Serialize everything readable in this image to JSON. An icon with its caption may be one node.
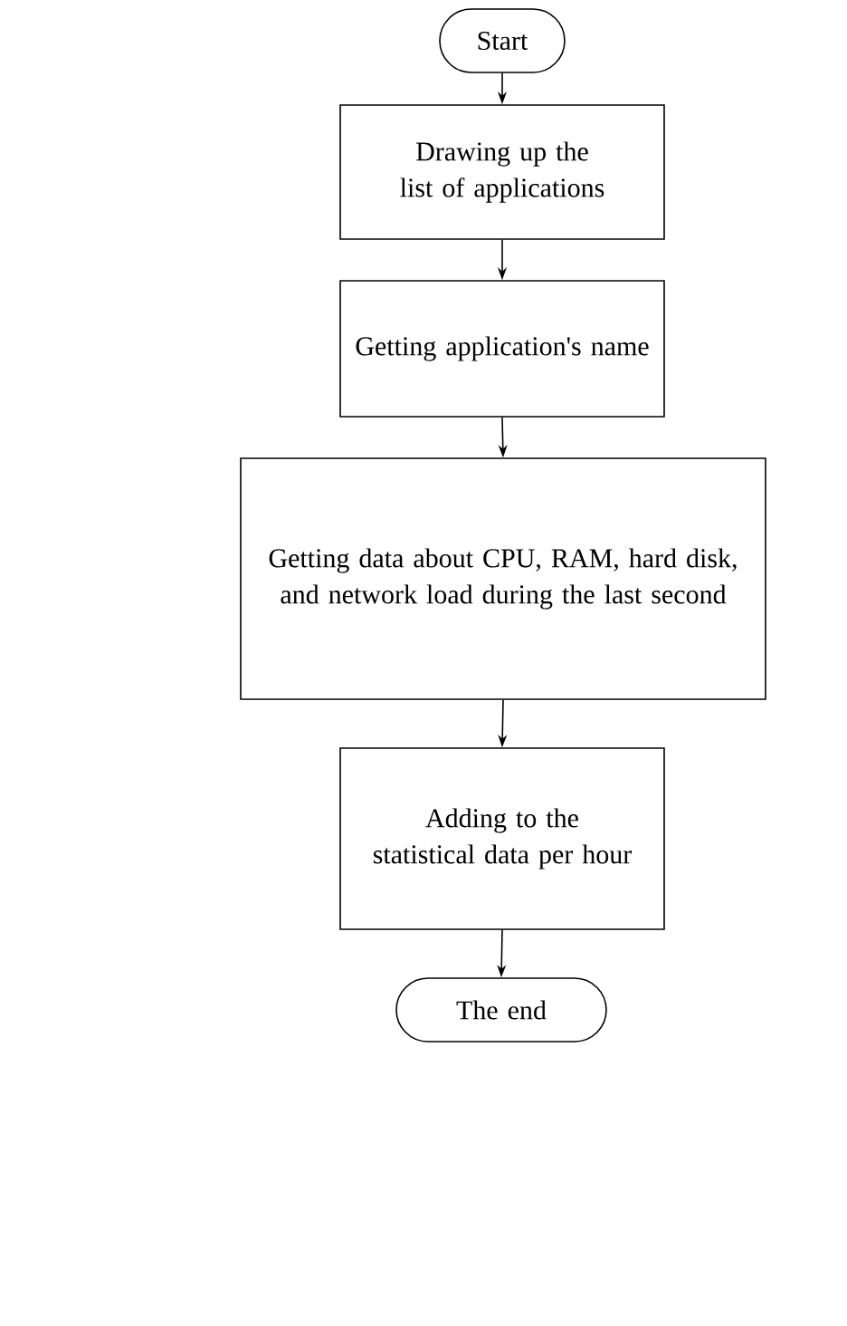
{
  "diagram": {
    "nodes": [
      {
        "text": [
          "Start"
        ]
      },
      {
        "text": [
          "Drawing up the list of applications"
        ]
      },
      {
        "text": [
          "Getting application's name"
        ]
      },
      {
        "text": [
          "Getting data about CPU, RAM, hard disk, and network load during the last second"
        ]
      },
      {
        "text": [
          "Adding to the statistical data per hour"
        ]
      },
      {
        "text": [
          "The end"
        ]
      }
    ],
    "edges": [
      {
        "from": 0,
        "to": 1,
        "arrow": "to"
      },
      {
        "from": 1,
        "to": 2,
        "arrow": "to"
      },
      {
        "from": 2,
        "to": 3,
        "arrow": "to"
      },
      {
        "from": 3,
        "to": 4,
        "arrow": "to"
      },
      {
        "from": 4,
        "to": 5,
        "arrow": "to"
      }
    ]
  }
}
